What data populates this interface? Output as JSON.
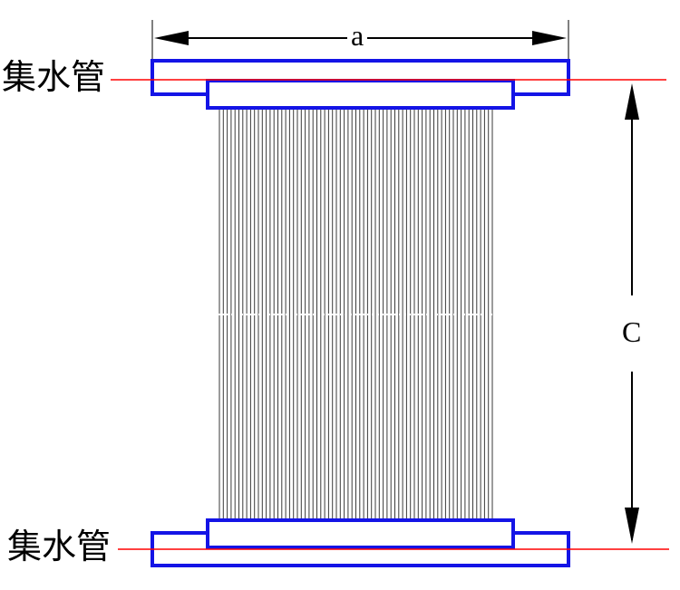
{
  "labels": {
    "top_collector": "集水管",
    "bottom_collector": "集水管",
    "width_dimension": "a",
    "height_dimension": "C"
  },
  "colors": {
    "header_blue": "#1414e6",
    "centerline_red": "#ff0000",
    "fiber_gray": "#3a3a3a",
    "arrow_black": "#000000"
  }
}
